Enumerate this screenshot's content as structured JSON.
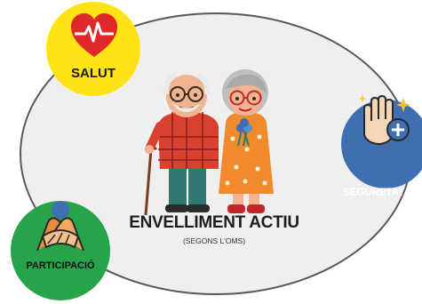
{
  "diagram": {
    "title": "ENVELLIMENT ACTIU",
    "subtitle": "(SEGONS L'OMS)"
  },
  "bubbles": {
    "salut": {
      "label": "SALUT",
      "icon": "heart-pulse-icon",
      "color": "#ffe312"
    },
    "segureta": {
      "label": "SEGURETAT",
      "icon": "protective-hands-icon",
      "color": "#3f6eb1"
    },
    "participacio": {
      "label": "PARTICIPACIÓ",
      "icon": "joined-hands-icon",
      "color": "#27a34a"
    }
  },
  "central_image": {
    "icon": "elderly-couple-illustration"
  }
}
